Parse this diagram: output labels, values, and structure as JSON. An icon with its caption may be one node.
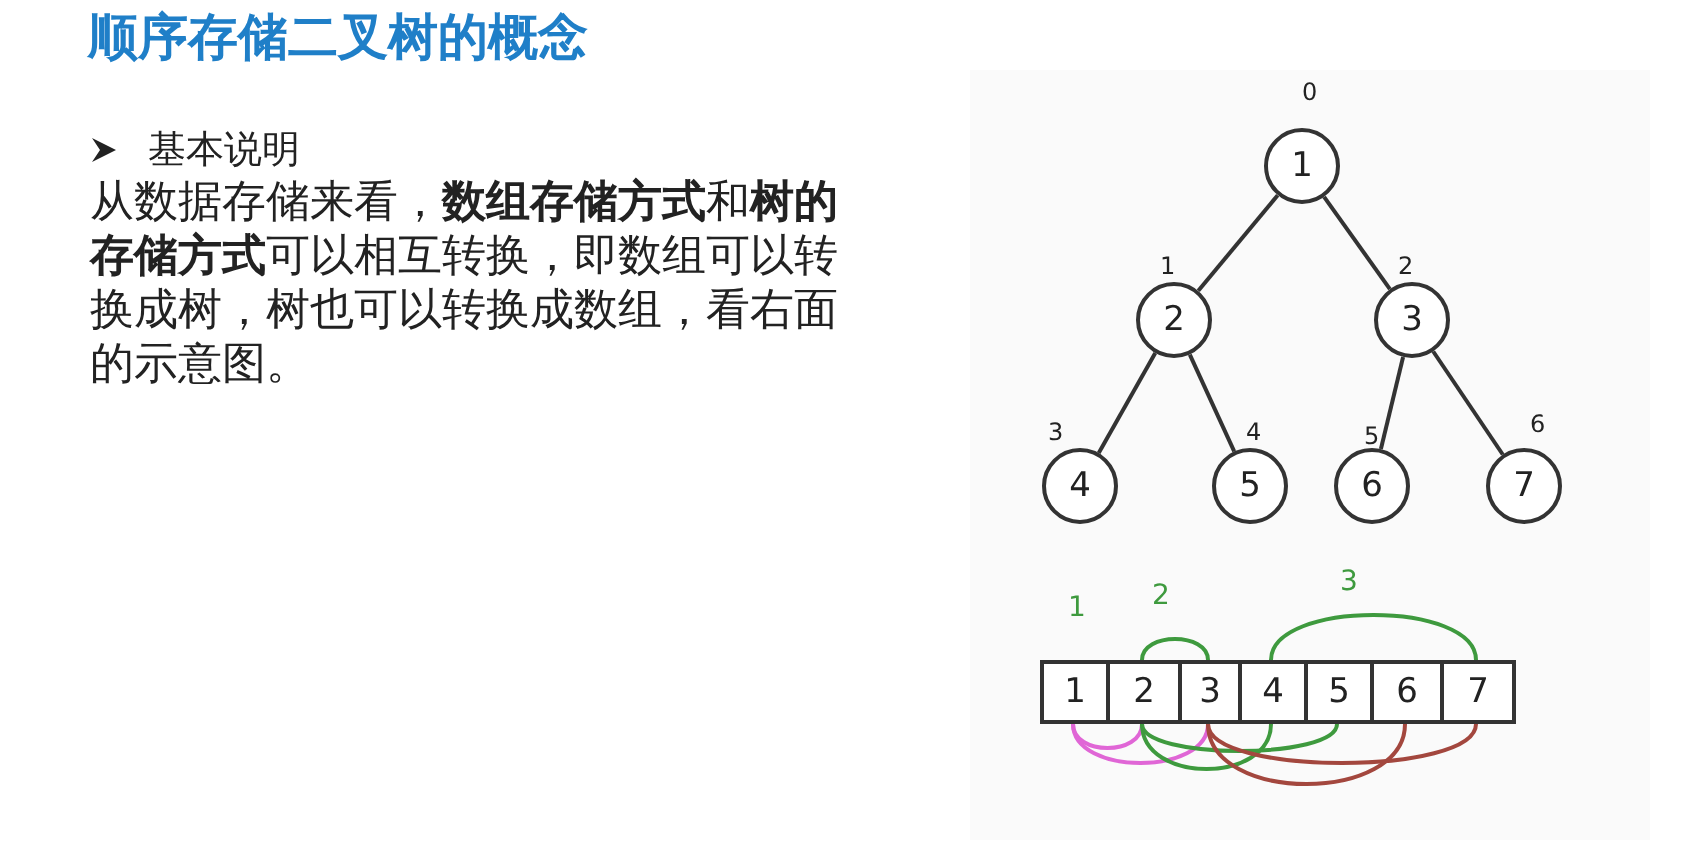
{
  "diagram": {
    "title": "顺序存储二叉树的概念",
    "nodes": [
      {
        "text": [
          "1"
        ],
        "beside": [
          "0"
        ]
      },
      {
        "text": [
          "2"
        ],
        "beside": [
          "1"
        ]
      },
      {
        "text": [
          "3"
        ],
        "beside": [
          "2"
        ]
      },
      {
        "text": [
          "4"
        ],
        "beside": [
          "3"
        ]
      },
      {
        "text": [
          "5"
        ],
        "beside": [
          "4"
        ]
      },
      {
        "text": [
          "6"
        ],
        "beside": [
          "5"
        ]
      },
      {
        "text": [
          "7"
        ],
        "beside": [
          "6"
        ]
      },
      {
        "text": [
          "1"
        ]
      },
      {
        "text": [
          "2"
        ]
      },
      {
        "text": [
          "3"
        ]
      },
      {
        "text": [
          "4"
        ]
      },
      {
        "text": [
          "5"
        ]
      },
      {
        "text": [
          "6"
        ]
      },
      {
        "text": [
          "7"
        ]
      }
    ],
    "edges": [
      {
        "from": 0,
        "to": 1,
        "arrow": "none"
      },
      {
        "from": 0,
        "to": 2,
        "arrow": "none"
      },
      {
        "from": 1,
        "to": 3,
        "arrow": "none"
      },
      {
        "from": 1,
        "to": 4,
        "arrow": "none"
      },
      {
        "from": 2,
        "to": 5,
        "arrow": "none"
      },
      {
        "from": 2,
        "to": 6,
        "arrow": "none"
      },
      {
        "from": 7,
        "to": 8,
        "arrow": "none",
        "color": "#e066d6"
      },
      {
        "from": 7,
        "to": 9,
        "arrow": "none",
        "color": "#e066d6"
      },
      {
        "from": 8,
        "to": 9,
        "arrow": "none",
        "color": "#3e9a3e"
      },
      {
        "from": 8,
        "to": 10,
        "arrow": "none",
        "color": "#3e9a3e"
      },
      {
        "from": 8,
        "to": 11,
        "arrow": "none",
        "color": "#3e9a3e"
      },
      {
        "from": 10,
        "to": 13,
        "arrow": "none",
        "color": "#3e9a3e"
      },
      {
        "from": 9,
        "to": 12,
        "arrow": "none",
        "color": "#a3473e"
      },
      {
        "from": 9,
        "to": 13,
        "arrow": "none",
        "color": "#a3473e"
      }
    ],
    "labels": [
      "基本说明",
      "从数据存储来看，**数组存储方式**和**树的存储方式**可以相互转换，即数组可以转换成树，树也可以转换成数组，看右面的示意图。",
      "1",
      "2",
      "3"
    ]
  }
}
